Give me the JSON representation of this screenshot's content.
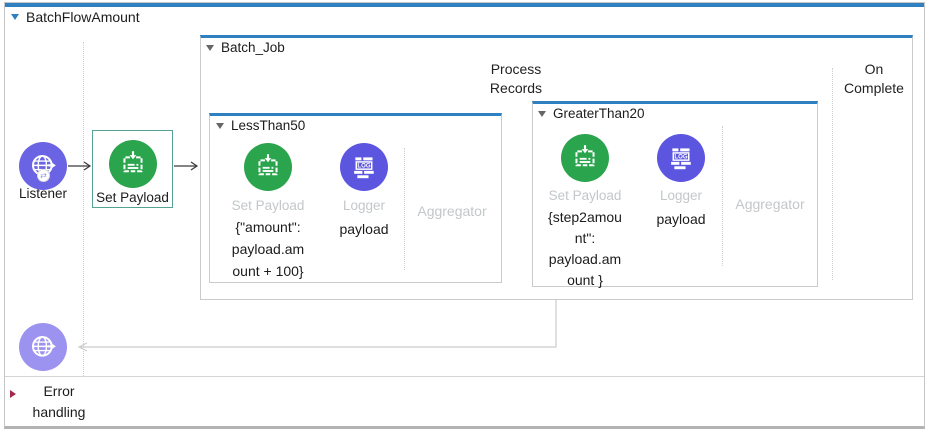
{
  "flow": {
    "title": "BatchFlowAmount",
    "listener": {
      "label": "Listener"
    },
    "main_set_payload": {
      "label": "Set Payload"
    },
    "batch_job": {
      "title": "Batch_Job",
      "process_records_label": "Process Records",
      "on_complete_label": "On Complete",
      "steps": [
        {
          "title": "LessThan50",
          "set_payload": {
            "label": "Set Payload",
            "value": "{\"amount\":\npayload.am\nount + 100}"
          },
          "logger": {
            "label": "Logger",
            "value": "payload"
          },
          "aggregator_label": "Aggregator"
        },
        {
          "title": "GreaterThan20",
          "set_payload": {
            "label": "Set Payload",
            "value": "{step2amou\nnt\":\npayload.am\nount }"
          },
          "logger": {
            "label": "Logger",
            "value": "payload"
          },
          "aggregator_label": "Aggregator"
        }
      ]
    },
    "error_handling": {
      "label": "Error\nhandling"
    }
  },
  "icons": {
    "logger_text": "LOG",
    "listener_badge": "⇄"
  },
  "colors": {
    "accent_blue": "#2e80c0",
    "node_green": "#2aa44d",
    "node_purple": "#5c55e0",
    "listener_violet": "#6a63e4",
    "ghost_listener_lavender": "#9b93ef",
    "selection_teal": "#55a295",
    "ghost_label_grey": "#c3c7ca",
    "error_red": "#a12a4e",
    "border_grey": "#c6c6c6"
  }
}
